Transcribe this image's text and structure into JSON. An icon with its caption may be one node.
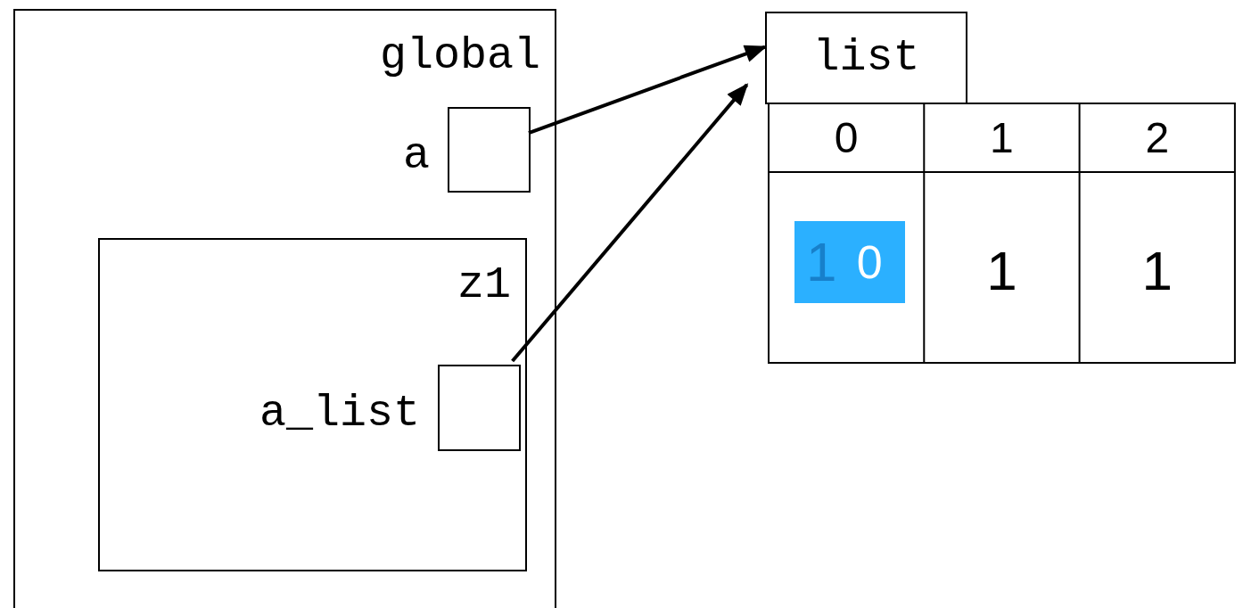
{
  "diagram": {
    "nodes": [
      {
        "text": [
          "global"
        ]
      },
      {
        "text": [],
        "shape": "box",
        "in": 0,
        "beside": [
          "a"
        ]
      },
      {
        "text": [
          "z1"
        ],
        "in": 0
      },
      {
        "text": [],
        "shape": "box",
        "in": 2,
        "beside": [
          "a_list"
        ]
      },
      {
        "text": [
          "list"
        ]
      },
      {
        "text": [
          "0"
        ]
      }
    ],
    "edges": [
      {
        "from": 1,
        "to": 4,
        "arrow": "to"
      },
      {
        "from": 3,
        "to": 4,
        "arrow": "to"
      }
    ],
    "labels": [
      "0",
      "1",
      "2",
      "1",
      "1",
      "1"
    ]
  }
}
